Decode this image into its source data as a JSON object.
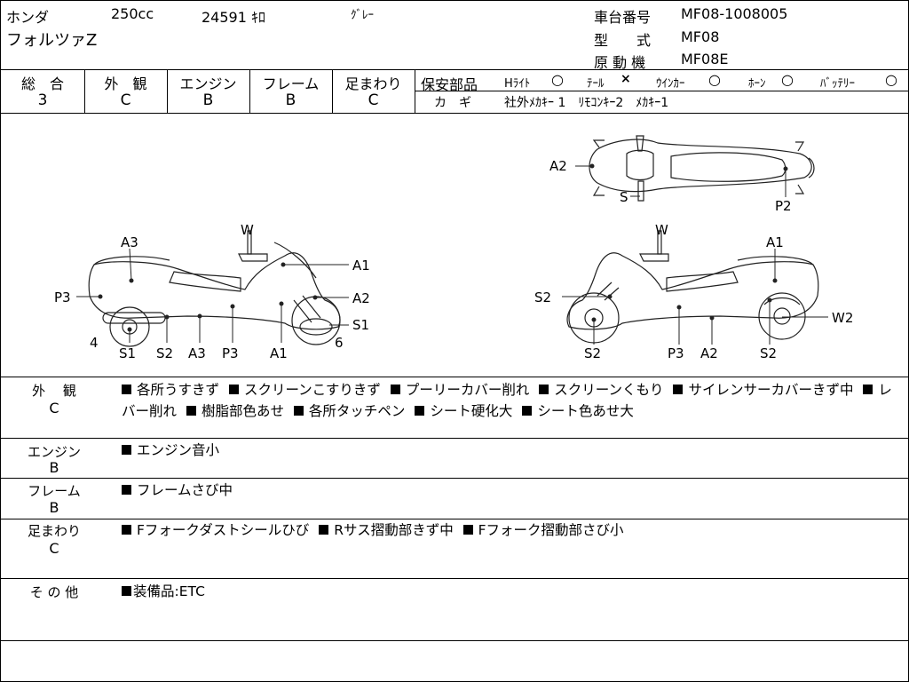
{
  "header": {
    "maker": "ホンダ",
    "displacement": "250cc",
    "mileage": "24591 ｷﾛ",
    "color": "ｸﾞﾚｰ",
    "model_name": "フォルツァZ",
    "frame_no_label": "車台番号",
    "frame_no": "MF08-1008005",
    "model_code_label": "型　　式",
    "model_code": "MF08",
    "engine_label": "原 動 機",
    "engine_code": "MF08E"
  },
  "grades": {
    "overall_label": "総　合",
    "overall": "3",
    "exterior_label": "外　観",
    "exterior": "C",
    "engine_label": "エンジン",
    "engine": "B",
    "frame_label": "フレーム",
    "frame": "B",
    "suspension_label": "足まわり",
    "suspension": "C"
  },
  "safety": {
    "label": "保安部品",
    "headlight_label": "Hﾗｲﾄ",
    "headlight": "○",
    "tail_label": "ﾃｰﾙ",
    "tail": "×",
    "winker_label": "ｳｲﾝｶｰ",
    "winker": "○",
    "horn_label": "ﾎｰﾝ",
    "horn": "○",
    "battery_label": "ﾊﾞｯﾃﾘｰ",
    "battery": "○"
  },
  "keys": {
    "label": "カ　ギ",
    "value": "社外ﾒｶｷｰ 1　ﾘﾓｺﾝｷｰ2　ﾒｶｷｰ1"
  },
  "diagram_labels": {
    "top_a2": "A2",
    "top_s": "S",
    "top_p2": "P2",
    "left_w": "W",
    "left_a3": "A3",
    "left_a1": "A1",
    "left_p3": "P3",
    "left_a2": "A2",
    "left_s1": "S1",
    "left_4": "4",
    "left_6": "6",
    "left_b_s1": "S1",
    "left_b_s2": "S2",
    "left_b_a3": "A3",
    "left_b_p3": "P3",
    "left_b_a1": "A1",
    "right_w": "W",
    "right_a1": "A1",
    "right_s2": "S2",
    "right_w2": "W2",
    "right_b_s2": "S2",
    "right_b_p3": "P3",
    "right_b_a2": "A2",
    "right_b_s2b": "S2"
  },
  "sections": {
    "exterior": {
      "title": "外　 観",
      "grade": "C",
      "items": [
        "各所うすきず",
        "スクリーンこすりきず",
        "プーリーカバー削れ",
        "スクリーンくもり",
        "サイレンサーカバーきず中",
        "レバー削れ",
        "樹脂部色あせ",
        "各所タッチペン",
        "シート硬化大",
        "シート色あせ大"
      ]
    },
    "engine": {
      "title": "エンジン",
      "grade": "B",
      "items": [
        "エンジン音小"
      ]
    },
    "frame": {
      "title": "フレーム",
      "grade": "B",
      "items": [
        "フレームさび中"
      ]
    },
    "suspension": {
      "title": "足まわり",
      "grade": "C",
      "items": [
        "Fフォークダストシールひび",
        "Rサス摺動部きず中",
        "Fフォーク摺動部さび小"
      ]
    },
    "other": {
      "title": "そ の 他",
      "text": "装備品:ETC"
    }
  }
}
